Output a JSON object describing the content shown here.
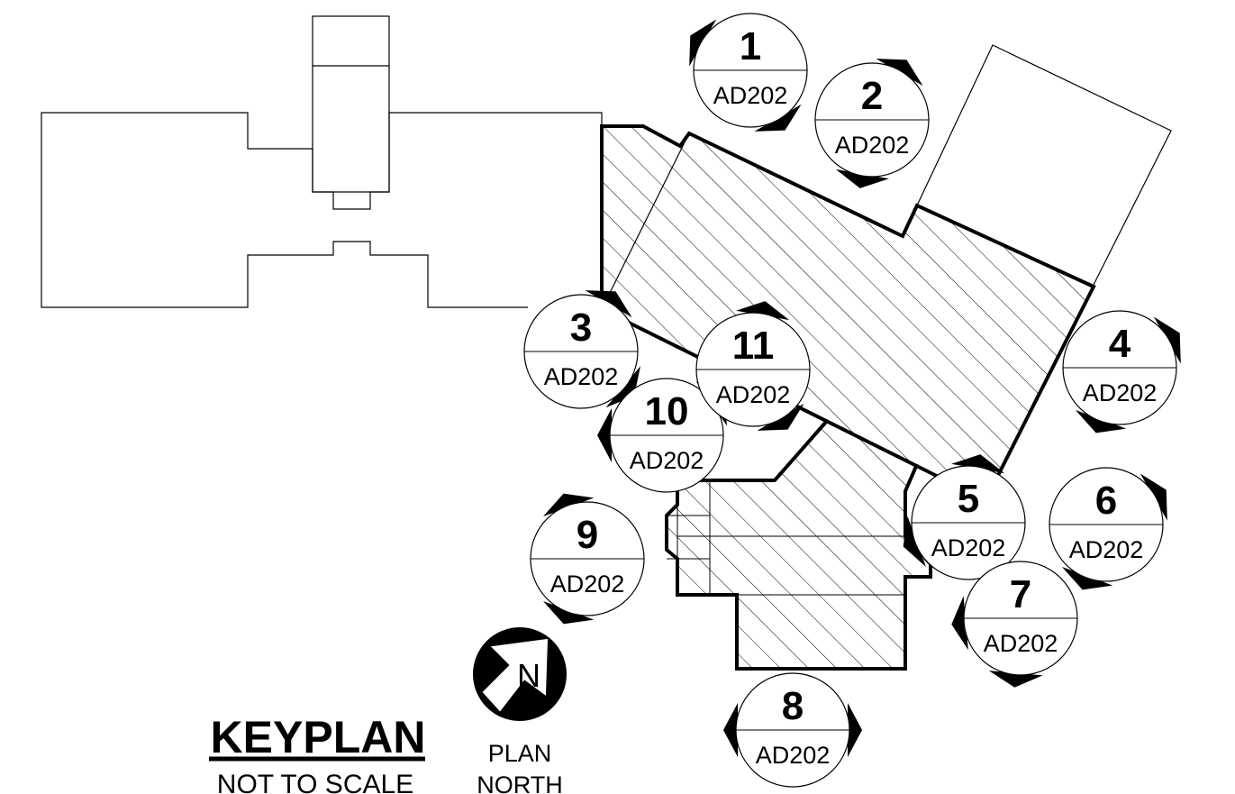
{
  "keyplan": {
    "title": "KEYPLAN",
    "subtitle": "NOT TO SCALE"
  },
  "north_arrow": {
    "letter": "N",
    "label_line1": "PLAN",
    "label_line2": "NORTH"
  },
  "section_markers": [
    {
      "number": "1",
      "sheet": "AD202"
    },
    {
      "number": "2",
      "sheet": "AD202"
    },
    {
      "number": "3",
      "sheet": "AD202"
    },
    {
      "number": "4",
      "sheet": "AD202"
    },
    {
      "number": "5",
      "sheet": "AD202"
    },
    {
      "number": "6",
      "sheet": "AD202"
    },
    {
      "number": "7",
      "sheet": "AD202"
    },
    {
      "number": "8",
      "sheet": "AD202"
    },
    {
      "number": "9",
      "sheet": "AD202"
    },
    {
      "number": "10",
      "sheet": "AD202"
    },
    {
      "number": "11",
      "sheet": "AD202"
    }
  ],
  "colors": {
    "line": "#000000",
    "background": "#ffffff"
  }
}
